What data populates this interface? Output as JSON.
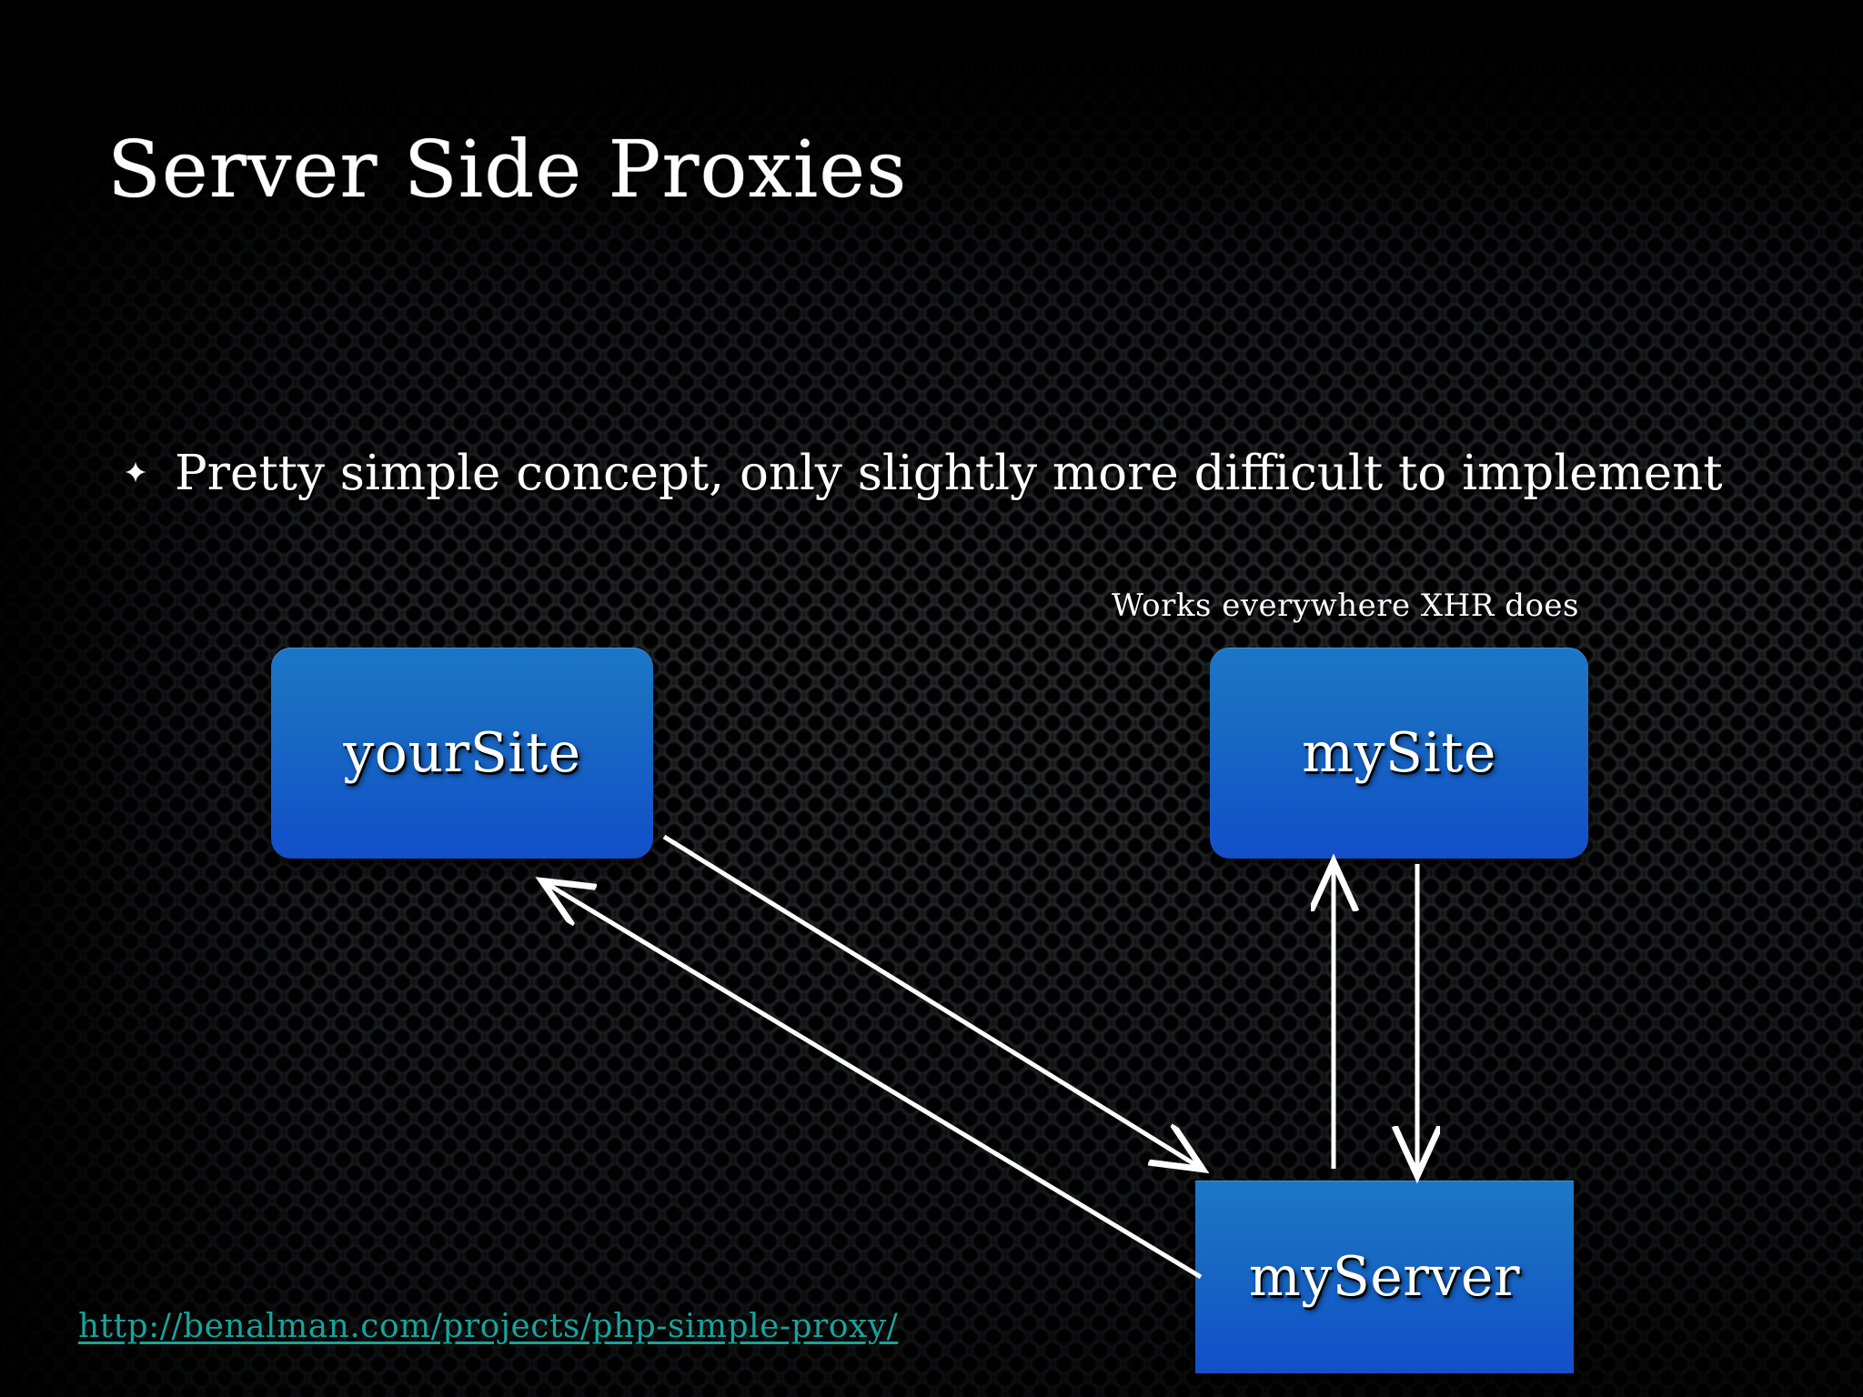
{
  "slide": {
    "title": "Server Side Proxies",
    "bullets": [
      {
        "marker": "astroid-bullet-icon",
        "text": "Pretty simple concept, only slightly more difficult to implement"
      }
    ],
    "caption": "Works everywhere XHR does",
    "link": "http://benalman.com/projects/php-simple-proxy/"
  },
  "diagram": {
    "nodes": [
      {
        "id": "yourSite",
        "label": "yourSite"
      },
      {
        "id": "mySite",
        "label": "mySite"
      },
      {
        "id": "myServer",
        "label": "myServer"
      }
    ],
    "arrows": [
      {
        "from": "yourSite",
        "to": "myServer",
        "direction": "down-right"
      },
      {
        "from": "myServer",
        "to": "yourSite",
        "direction": "up-left"
      },
      {
        "from": "myServer",
        "to": "mySite",
        "direction": "up"
      },
      {
        "from": "mySite",
        "to": "myServer",
        "direction": "down"
      }
    ]
  },
  "colors": {
    "node_fill_top": "#1c77c8",
    "node_fill_bottom": "#1350c8",
    "link": "#16a49c",
    "text": "#ffffff",
    "background": "#17191b",
    "arrow": "#ffffff"
  }
}
